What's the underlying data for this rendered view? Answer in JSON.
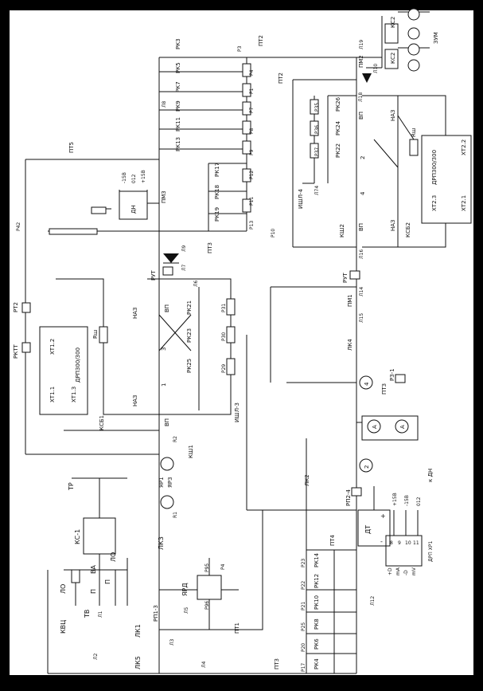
{
  "labels": {
    "kvts": "КВЦ",
    "va": "ВА",
    "tv": "ТВ",
    "lo1": "ЛО",
    "p1": "П",
    "lo2": "ЛО",
    "p2": "П",
    "ks1": "КС-1",
    "tr": "ТР",
    "l1": "Л1",
    "l2": "Л2",
    "lk1": "ЛК1",
    "lk5": "ЛК5",
    "l3": "Л3",
    "l4": "Л4",
    "rp13": "РП1-3",
    "l5": "Л5",
    "yard": "ЯРД",
    "p95": "Р95",
    "p96": "Р96",
    "r4": "Р4",
    "lk3": "ЛК3",
    "r1": "R1",
    "yar1": "ЯР1",
    "yar3": "ЯР3",
    "ksh1": "КШ1",
    "r2": "R2",
    "ksb1": "КСБ1",
    "xt11": "ХТ1.1",
    "xt13": "ХТ1.3",
    "xt12": "ХТ1.2",
    "drp1": "ДРП300/300",
    "rsh1": "Rш",
    "naz1": "НАЗ",
    "naz2": "НАЗ",
    "vp1": "ВП",
    "vp2": "ВП",
    "n3": "3",
    "n1": "1",
    "ishl3": "ИШЛ-3",
    "l6": "Л6",
    "l7": "Л7",
    "l9": "Л9",
    "rut1": "РУТ",
    "rk21": "РК21",
    "rk23": "РК23",
    "rk25": "РК25",
    "r31": "Р31",
    "r30": "Р30",
    "r29": "Р29",
    "pt3": "ПТ3",
    "pt2a": "РТ2",
    "pktt": "РКТТ",
    "r42": "Р42",
    "pt5": "ПТ5",
    "pm3": "ПМ3",
    "v15p": "+15В",
    "v012": "012",
    "v15m": "-15В",
    "dn1": "ДН",
    "rk3": "РК3",
    "rk5": "РК5",
    "rk7": "РК7",
    "rk9": "РК9",
    "rk11": "РК11",
    "rk13": "РК13",
    "rk17": "РК17",
    "rk18": "РК18",
    "rk19": "РК19",
    "l8": "Л8",
    "p3": "Р3",
    "p4": "Р4",
    "p1r": "Р1",
    "p7": "Р7",
    "p8": "Р8",
    "p9": "Р9",
    "p12": "Р12",
    "p11": "Р11",
    "p13": "Р13",
    "p10": "Р10",
    "pt2": "ПТ2",
    "pt2b": "ПТ2",
    "l19": "Л19",
    "l10": "Л10",
    "pm2": "ПМ2",
    "kc2a": "КС2",
    "kc2b": "КС2",
    "zum": "ЗУМ",
    "l18": "Л18",
    "vp3": "ВП",
    "vp4": "ВП",
    "naz3": "НАЗ",
    "naz4": "НАЗ",
    "rk26": "РК26",
    "rk24": "РК24",
    "rk22": "РК22",
    "p35": "Р35",
    "p36": "Р36",
    "p37": "Р37",
    "ishl4": "ИШЛ-4",
    "l74": "Л74",
    "n2": "2",
    "n4": "4",
    "rsh2": "Rш",
    "xt22": "ХТ2.2",
    "xt23": "ХТ2.3",
    "xt21": "ХТ2.1",
    "drp2": "ДРП300/300",
    "ksh2": "КШ2",
    "ksb2": "КСБ2",
    "l16": "Л16",
    "rut2": "РУТ",
    "l14": "Л14",
    "pm1": "ПМ1",
    "l15": "Л15",
    "lk4": "ЛК4",
    "m4": "4",
    "pz1": "РЗ-1",
    "ptz": "ПТЗ",
    "a1": "А",
    "a2": "А",
    "m2": "2",
    "lk2": "ЛК2",
    "rp24": "РП2-4",
    "dt": "ДТ",
    "plus": "+",
    "minus": "-",
    "v15p2": "+15В",
    "v15m2": "-15В",
    "v0122": "012",
    "kdn": "к ДН",
    "xp1": "ДРП ХР1",
    "pin8": "8",
    "pin9": "9",
    "pin10": "10",
    "pin11": "11",
    "pd": "+D",
    "ma": "mA",
    "md": "-D",
    "mv": "mV",
    "pt4": "ПТ4",
    "rk14": "РК14",
    "rk12": "РК12",
    "rk10": "РК10",
    "rk8": "РК8",
    "rk6": "РК6",
    "rk4": "РК4",
    "p23": "Р23",
    "p22": "Р22",
    "p21": "Р21",
    "p25": "Р25",
    "p20": "Р20",
    "p17": "Р17",
    "l12": "Л12",
    "pt1": "ПТ1",
    "pt3b": "ПТ3"
  }
}
